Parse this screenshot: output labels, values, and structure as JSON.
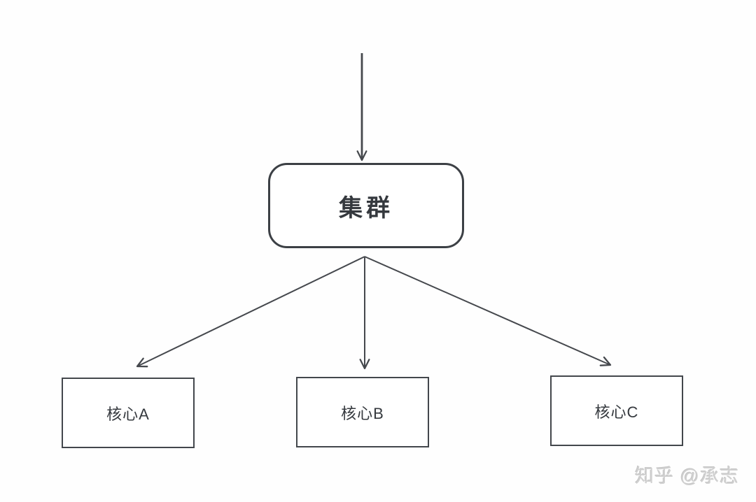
{
  "diagram": {
    "cluster": {
      "label": "集群"
    },
    "cores": [
      {
        "label": "核心A"
      },
      {
        "label": "核心B"
      },
      {
        "label": "核心C"
      }
    ],
    "connectors": [
      {
        "name": "entry-arrow",
        "from": "top",
        "to": "cluster"
      },
      {
        "name": "cluster-to-core-a",
        "from": "cluster",
        "to": "核心A"
      },
      {
        "name": "cluster-to-core-b",
        "from": "cluster",
        "to": "核心B"
      },
      {
        "name": "cluster-to-core-c",
        "from": "cluster",
        "to": "核心C"
      }
    ],
    "colors": {
      "stroke": "#45484d",
      "node_border": "#3c4045",
      "text": "#35393e",
      "background": "#ffffff",
      "watermark": "#d0d0d0"
    }
  },
  "watermark": {
    "text": "知乎 @承志"
  }
}
